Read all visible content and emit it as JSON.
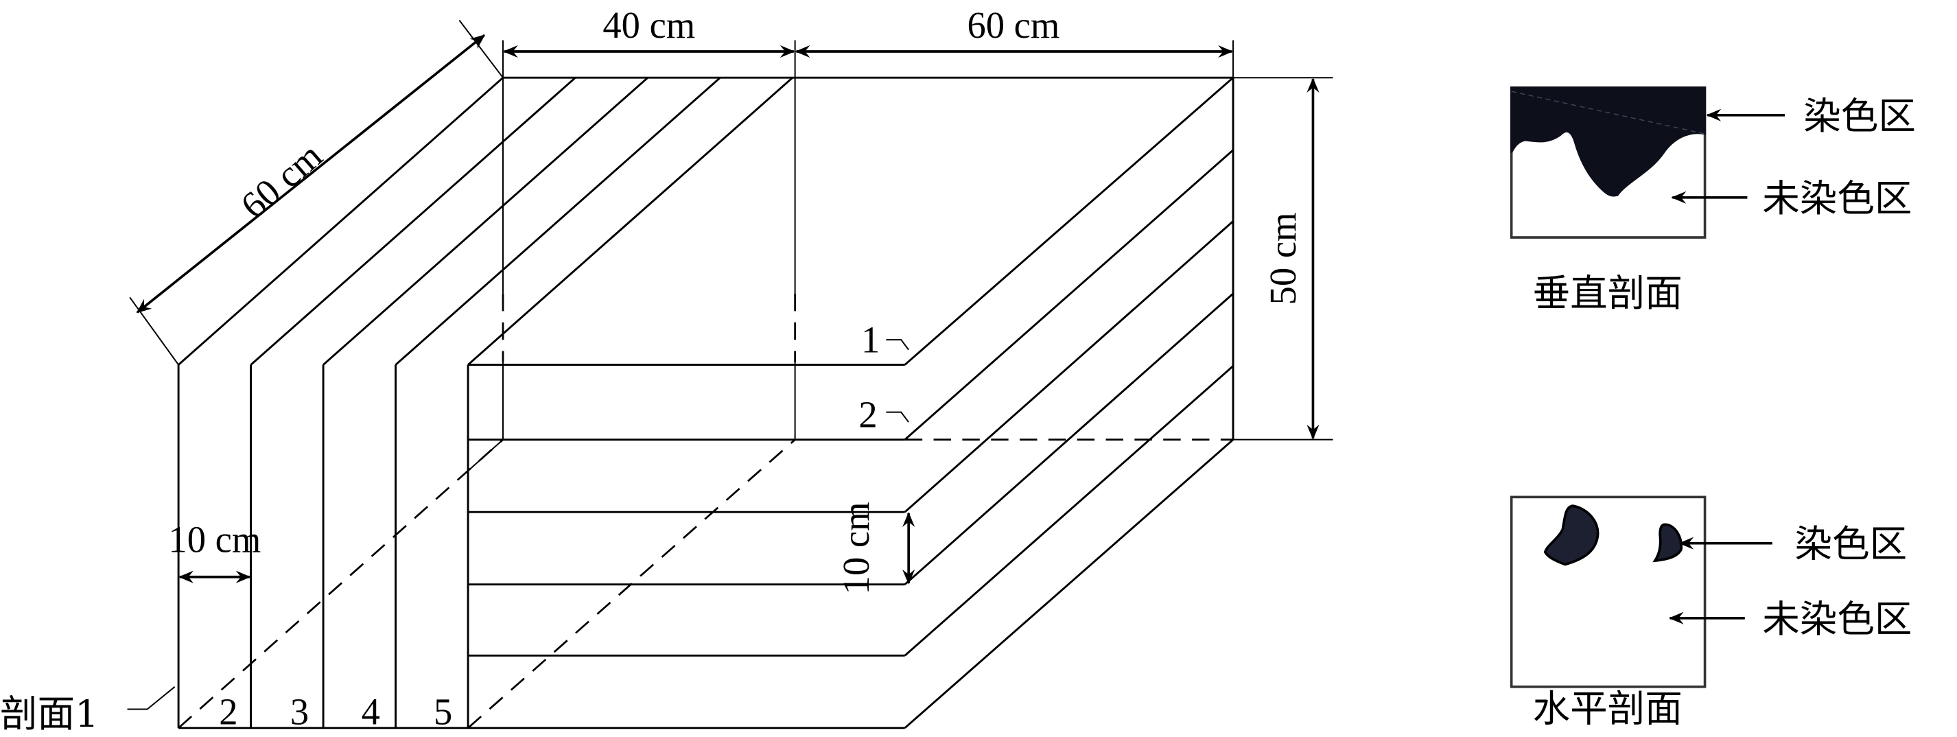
{
  "dimensions": {
    "top_left_width": "40 cm",
    "top_right_width": "60 cm",
    "depth": "60 cm",
    "height": "50 cm",
    "section_spacing_horizontal": "10 cm",
    "section_spacing_vertical": "10 cm"
  },
  "layer_labels": [
    "1",
    "2"
  ],
  "section_labels": {
    "first": "剖面1",
    "others": [
      "2",
      "3",
      "4",
      "5"
    ]
  },
  "vertical_section": {
    "title": "垂直剖面",
    "stained_label": "染色区",
    "unstained_label": "未染色区"
  },
  "horizontal_section": {
    "title": "水平剖面",
    "stained_label": "染色区",
    "unstained_label": "未染色区"
  },
  "colors": {
    "stain": "#0d0f1a",
    "line": "#000000"
  }
}
